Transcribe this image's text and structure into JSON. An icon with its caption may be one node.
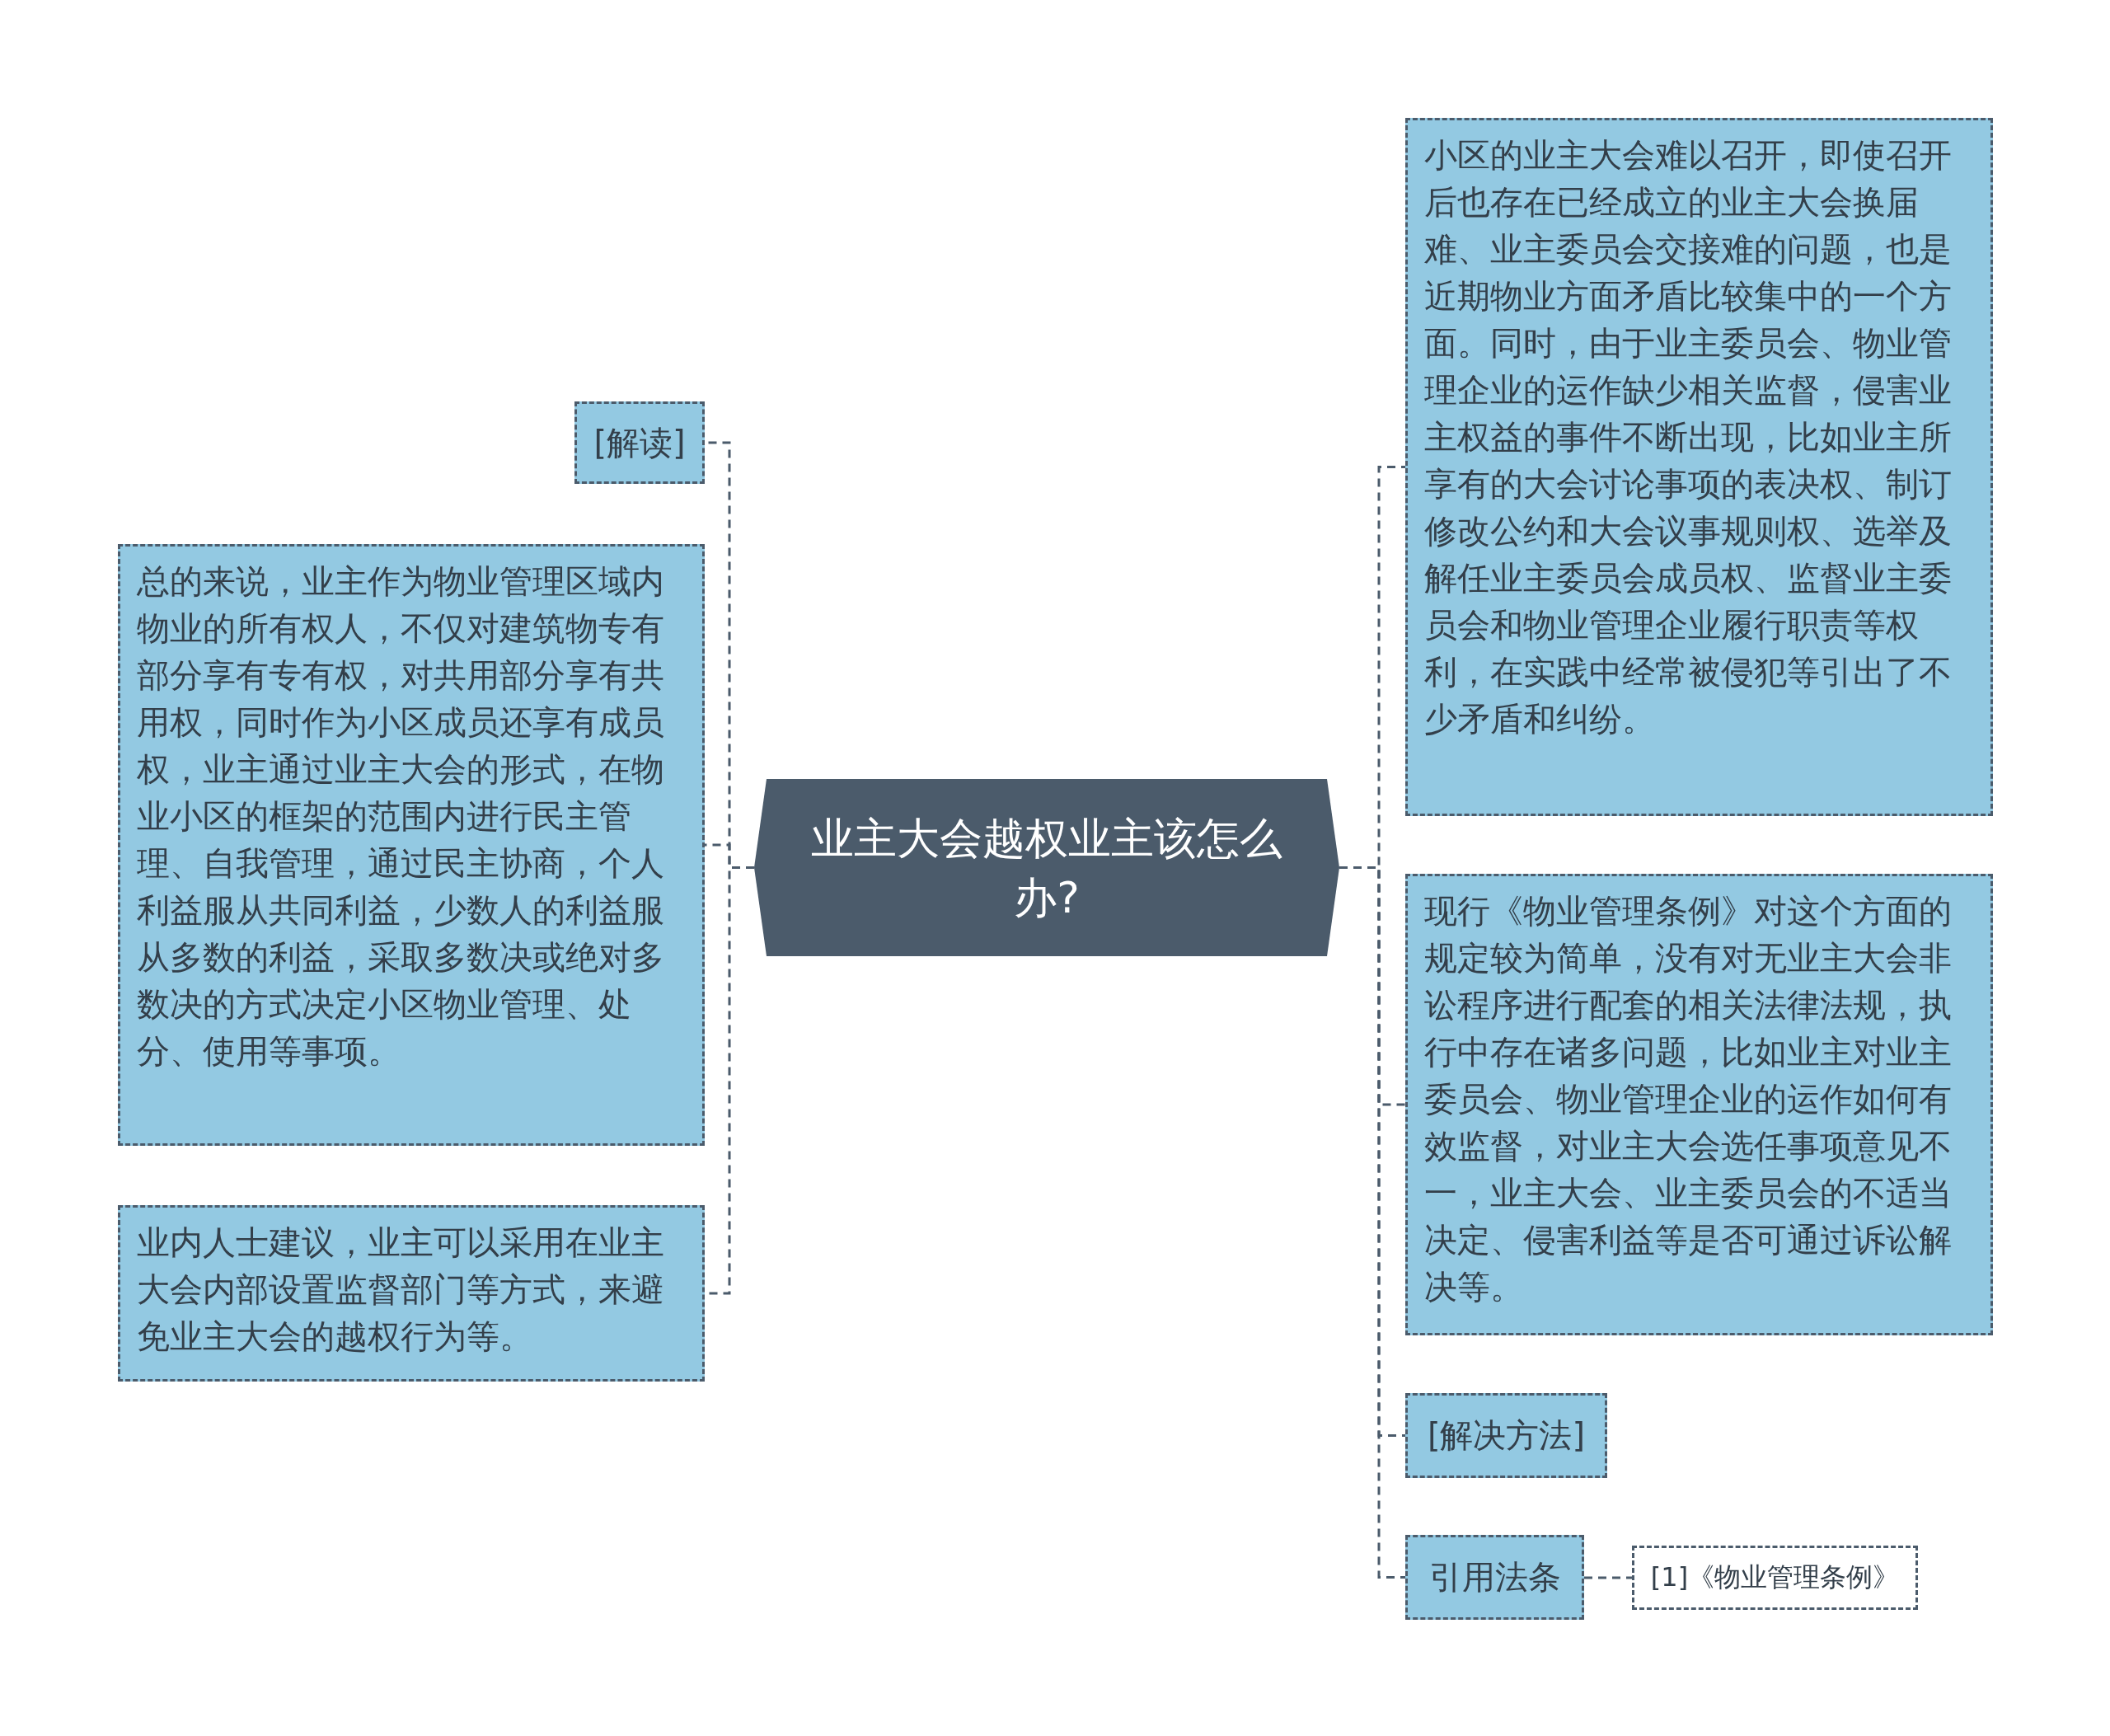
{
  "diagram": {
    "nodes": [
      {
        "text": [
          "业主大会越权业主该怎么办?"
        ]
      },
      {
        "text": [
          "[解读]"
        ]
      },
      {
        "text": [
          "总的来说，业主作为物业管理区域内物业的所有权人，不仅对建筑物专有部分享有专有权，对共用部分享有共用权，同时作为小区成员还享有成员权，业主通过业主大会的形式，在物业小区的框架的范围内进行民主管理、自我管理，通过民主协商，个人利益服从共同利益，少数人的利益服从多数的利益，采取多数决或绝对多数决的方式决定小区物业管理、处分、使用等事项。"
        ]
      },
      {
        "text": [
          "业内人士建议，业主可以采用在业主大会内部设置监督部门等方式，来避免业主大会的越权行为等。"
        ]
      },
      {
        "text": [
          "小区的业主大会难以召开，即使召开后也存在已经成立的业主大会换届难、业主委员会交接难的问题，也是近期物业方面矛盾比较集中的一个方面。同时，由于业主委员会、物业管理企业的运作缺少相关监督，侵害业主权益的事件不断出现，比如业主所享有的大会讨论事项的表决权、制订修改公约和大会议事规则权、选举及解任业主委员会成员权、监督业主委员会和物业管理企业履行职责等权利，在实践中经常被侵犯等引出了不少矛盾和纠纷。"
        ]
      },
      {
        "text": [
          "现行《物业管理条例》对这个方面的规定较为简单，没有对无业主大会非讼程序进行配套的相关法律法规，执行中存在诸多问题，比如业主对业主委员会、物业管理企业的运作如何有效监督，对业主大会选任事项意见不一，业主大会、业主委员会的不适当决定、侵害利益等是否可通过诉讼解决等。"
        ]
      },
      {
        "text": [
          "[解决方法]"
        ]
      },
      {
        "text": [
          "引用法条"
        ]
      },
      {
        "text": [
          "[1]《物业管理条例》"
        ]
      }
    ],
    "edges": [
      {
        "from": 0,
        "to": 1,
        "arrow": "none"
      },
      {
        "from": 0,
        "to": 2,
        "arrow": "none"
      },
      {
        "from": 0,
        "to": 3,
        "arrow": "none"
      },
      {
        "from": 0,
        "to": 4,
        "arrow": "none"
      },
      {
        "from": 0,
        "to": 5,
        "arrow": "none"
      },
      {
        "from": 0,
        "to": 6,
        "arrow": "none"
      },
      {
        "from": 0,
        "to": 7,
        "arrow": "none"
      },
      {
        "from": 7,
        "to": 8,
        "arrow": "none"
      }
    ]
  }
}
